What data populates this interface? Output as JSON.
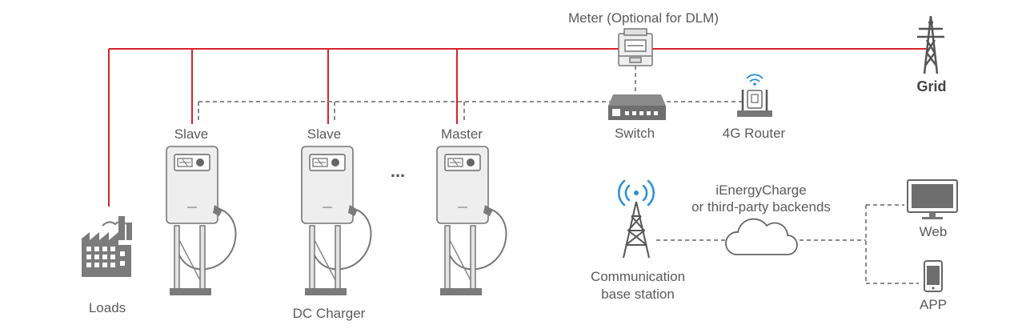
{
  "diagram": {
    "colors": {
      "power_line": "#d8232a",
      "data_line": "#888888",
      "device_fill": "#eeeeee",
      "device_stroke": "#777777",
      "signal": "#2a8fd8"
    },
    "labels": {
      "meter": "Meter (Optional for DLM)",
      "grid": "Grid",
      "slave1": "Slave",
      "slave2": "Slave",
      "master": "Master",
      "switch": "Switch",
      "router": "4G Router",
      "ellipsis": "...",
      "backend_line1": "iEnergyCharge",
      "backend_line2": "or third-party backends",
      "web": "Web",
      "app": "APP",
      "loads": "Loads",
      "dc_charger": "DC Charger",
      "station_line1": "Communication",
      "station_line2": "base station"
    },
    "icons": {
      "meter": "meter-icon",
      "grid": "transmission-tower-icon",
      "switch": "network-switch-icon",
      "router": "4g-router-icon",
      "charger": "dc-charger-icon",
      "factory": "factory-icon",
      "station": "cell-tower-icon",
      "cloud": "cloud-icon",
      "monitor": "monitor-icon",
      "phone": "smartphone-icon"
    }
  }
}
